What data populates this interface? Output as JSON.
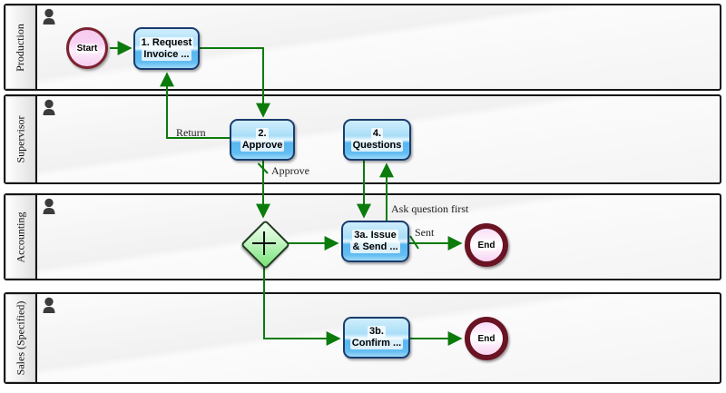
{
  "diagram": {
    "type": "bpmn-swimlane-flowchart",
    "lanes": [
      {
        "label": "Production",
        "icon": "person-icon"
      },
      {
        "label": "Supervisor",
        "icon": "person-icon"
      },
      {
        "label": "Accounting",
        "icon": "person-icon"
      },
      {
        "label": "Sales (Specified)",
        "icon": "person-icon"
      }
    ],
    "nodes": {
      "start": {
        "type": "start-event",
        "label": "Start"
      },
      "task1": {
        "type": "task",
        "line1": "1. Request",
        "line2": "Invoice ..."
      },
      "task2": {
        "type": "task",
        "line1": "2.",
        "line2": "Approve"
      },
      "task4": {
        "type": "task",
        "line1": "4.",
        "line2": "Questions"
      },
      "gateway": {
        "type": "parallel-gateway",
        "icon": "plus-icon"
      },
      "task3a": {
        "type": "task",
        "line1": "3a. Issue",
        "line2": "& Send ..."
      },
      "task3b": {
        "type": "task",
        "line1": "3b.",
        "line2": "Confirm ..."
      },
      "end_accounting": {
        "type": "end-event",
        "label": "End"
      },
      "end_sales": {
        "type": "end-event",
        "label": "End"
      }
    },
    "edge_labels": {
      "return": "Return",
      "approve": "Approve",
      "sent": "Sent",
      "ask_question_first": "Ask question first"
    },
    "colors": {
      "flow_green": "#0b7b0b",
      "task_border": "#1a3c6e",
      "task_fill_top": "#cfeefc",
      "task_fill_bottom": "#57b6f0",
      "event_border_maroon": "#691323",
      "event_fill_pink": "#f8d2f2",
      "gateway_fill_green": "#76e276",
      "gateway_border": "#203a20",
      "lane_border": "#151515"
    }
  }
}
